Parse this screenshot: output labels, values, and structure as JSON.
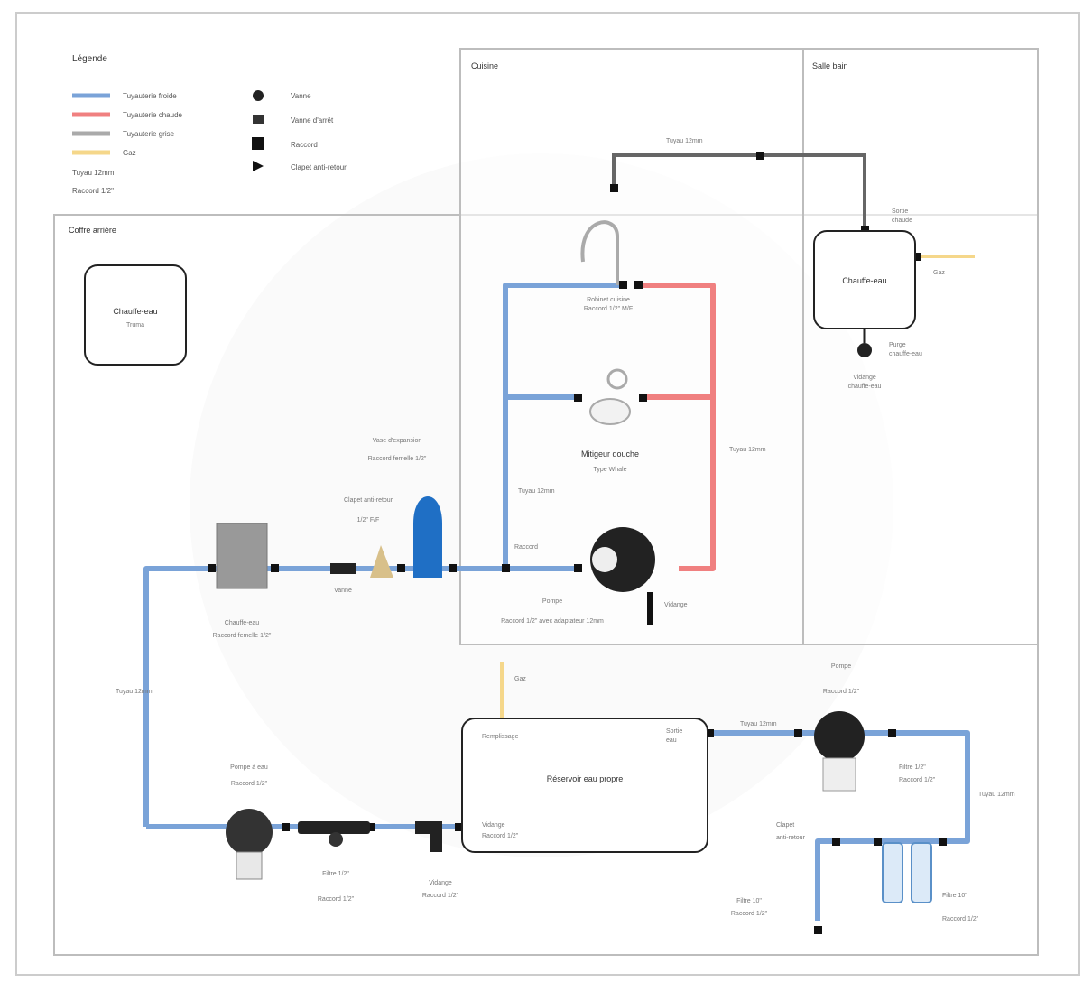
{
  "legend": {
    "title": "Légende",
    "items": [
      {
        "label": "Tuyauterie froide",
        "color": "#7aa3d8"
      },
      {
        "label": "Tuyauterie chaude",
        "color": "#f08080"
      },
      {
        "label": "Tuyauterie grise",
        "color": "#aaaaaa"
      },
      {
        "label": "Gaz",
        "color": "#f5d78a"
      },
      {
        "label": "Tuyau 12mm",
        "color": ""
      },
      {
        "label": "Raccord 1/2\"",
        "color": ""
      }
    ],
    "symbols": [
      {
        "label": "Vanne"
      },
      {
        "label": "Vanne d'arrêt"
      },
      {
        "label": "Raccord"
      },
      {
        "label": "Clapet anti-retour"
      }
    ]
  },
  "zones": {
    "cellar": "Coffre arrière",
    "kitchen": "Cuisine",
    "bathroom": "Salle bain"
  },
  "components": {
    "heater_box": {
      "title": "Chauffe-eau",
      "sub": "Truma"
    },
    "boiler": {
      "title": "Chauffe-eau",
      "sub": ""
    },
    "boiler_drain": {
      "l1": "Vidange",
      "l2": "chauffe-eau"
    },
    "boiler_vent": {
      "l1": "Purge",
      "l2": "chauffe-eau"
    },
    "boiler_top": {
      "l1": "Sortie",
      "l2": "chaude"
    },
    "gas_right": "Gaz",
    "gas_bottom": "Gaz",
    "kitchen_faucet": {
      "l1": "Robinet cuisine",
      "l2": "Raccord 1/2\" M/F"
    },
    "shower_mixer": {
      "l1": "Mitigeur douche",
      "l2": "Type Whale"
    },
    "heater_left": {
      "l1": "Chauffe-eau",
      "l2": "Raccord femelle 1/2\""
    },
    "accumulator": {
      "l1": "Vase d'expansion",
      "l2": "Raccord femelle 1/2\""
    },
    "valve_left": {
      "l1": "Clapet anti-retour",
      "l2": "1/2\" F/F"
    },
    "valve_left_label": "Vanne",
    "pump_center": "Raccord",
    "pump": {
      "l1": "Pompe",
      "l2": "Raccord 1/2\" avec adaptateur 12mm"
    },
    "pump_drain": "Vidange",
    "pump_left": "Pompe",
    "tank": {
      "title": "Réservoir eau propre",
      "tl": "Remplissage",
      "tr_l1": "Sortie",
      "tr_l2": "eau",
      "bl_l1": "Vidange",
      "bl_l2": "Raccord 1/2\""
    },
    "filter_left": {
      "l1": "Filtre 1/2\"",
      "l2": "Raccord 1/2\""
    },
    "filter_top": {
      "l1": "Pompe à eau",
      "l2": "Raccord 1/2\""
    },
    "filter_right": {
      "l1": "Filtre 1/2\"",
      "l2": "Raccord 1/2\""
    },
    "drain_bottom": {
      "l1": "Vidange",
      "l2": "Raccord 1/2\""
    },
    "pump_bottom": {
      "l1": "Pompe",
      "l2": "Raccord 1/2\""
    },
    "check_bottom": {
      "l1": "Clapet",
      "l2": "anti-retour"
    },
    "filters_pair": {
      "l1": "Filtre 10\"",
      "l2": "Raccord 1/2\""
    },
    "bottom_left": {
      "l1": "Filtre 10\"",
      "l2": "Raccord 1/2\""
    },
    "pipe_label": "Tuyau 12mm"
  }
}
